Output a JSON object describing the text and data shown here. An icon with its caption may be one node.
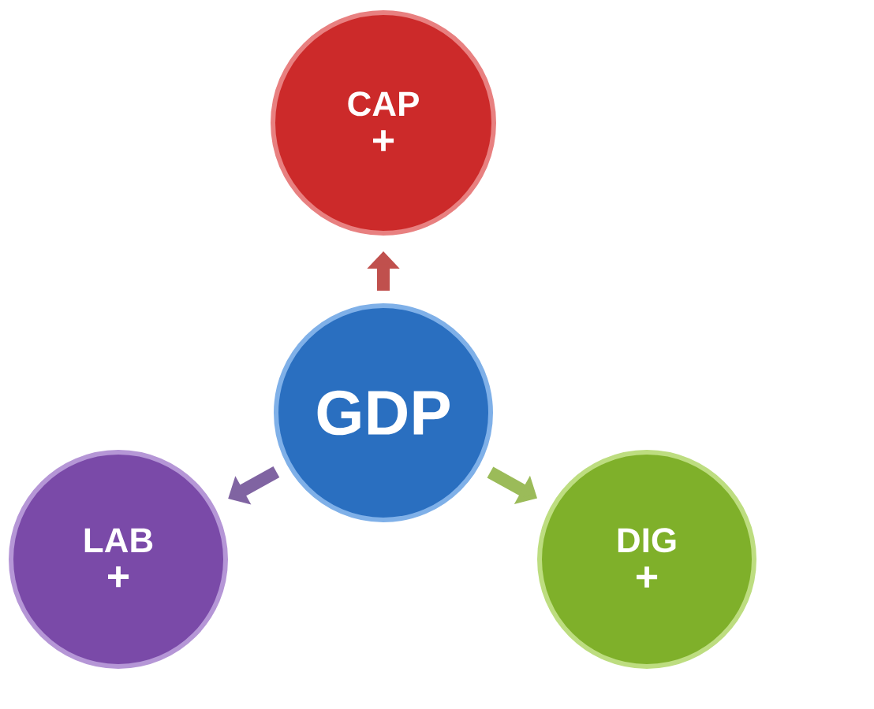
{
  "diagram": {
    "nodes": [
      {
        "text": [
          "CAP",
          "+"
        ]
      },
      {
        "text": [
          "GDP"
        ]
      },
      {
        "text": [
          "LAB",
          "+"
        ]
      },
      {
        "text": [
          "DIG",
          "+"
        ]
      }
    ],
    "edges": [
      {
        "from": 1,
        "to": 0,
        "arrow": "to",
        "color": "#c0504d"
      },
      {
        "from": 1,
        "to": 2,
        "arrow": "to",
        "color": "#8064a2"
      },
      {
        "from": 1,
        "to": 3,
        "arrow": "to",
        "color": "#9bbb59"
      }
    ]
  }
}
